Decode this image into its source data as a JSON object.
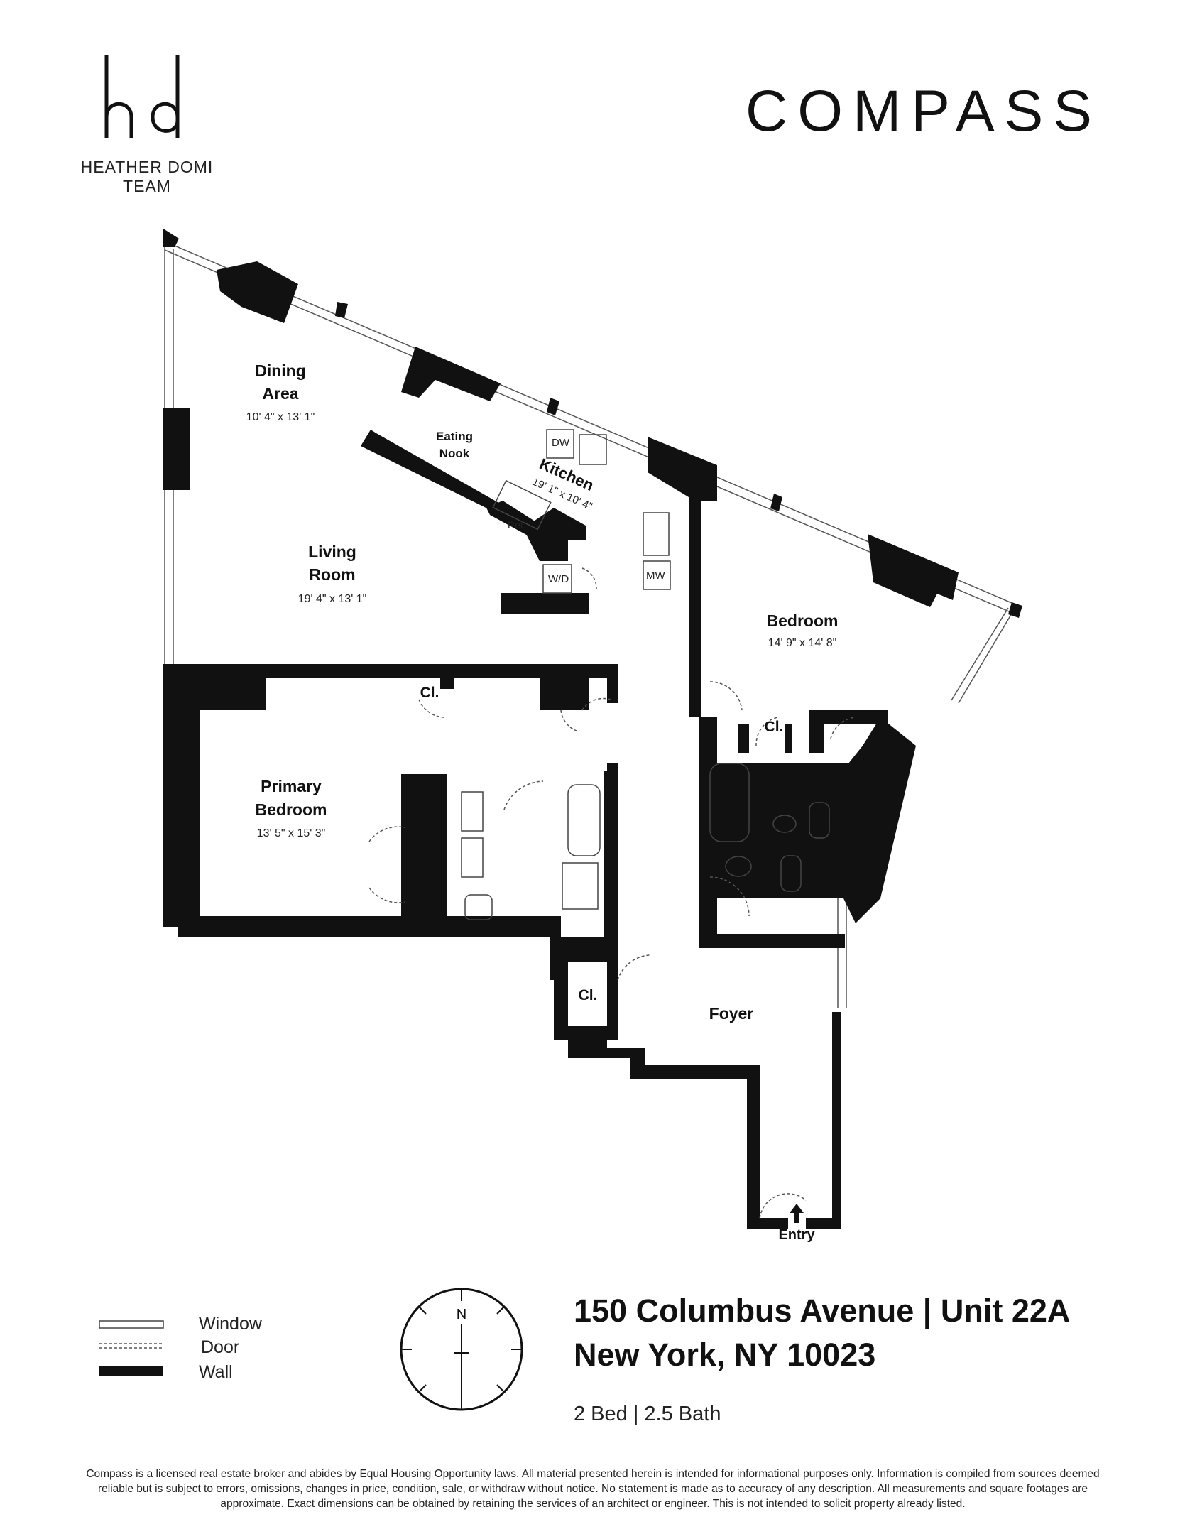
{
  "branding": {
    "team_monogram": "hd",
    "team_name_line1": "HEATHER DOMI",
    "team_name_line2": "TEAM",
    "brokerage": "COMPASS"
  },
  "rooms": {
    "dining_area": {
      "name_line1": "Dining",
      "name_line2": "Area",
      "dims": "10' 4\" x 13' 1\""
    },
    "eating_nook": {
      "name_line1": "Eating",
      "name_line2": "Nook"
    },
    "kitchen": {
      "name": "Kitchen",
      "dims": "19' 1\" x 10' 4\""
    },
    "living_room": {
      "name_line1": "Living",
      "name_line2": "Room",
      "dims": "19' 4\" x 13' 1\""
    },
    "bedroom": {
      "name": "Bedroom",
      "dims": "14' 9\" x 14' 8\""
    },
    "primary_bedroom": {
      "name_line1": "Primary",
      "name_line2": "Bedroom",
      "dims": "13' 5\" x 15' 3\""
    },
    "foyer": {
      "name": "Foyer"
    },
    "entry": "Entry",
    "closet": "Cl."
  },
  "fixtures": {
    "dishwasher": "DW",
    "refrigerator": "Ref.",
    "washer_dryer": "W/D",
    "microwave": "MW"
  },
  "legend": {
    "window": "Window",
    "door": "Door",
    "wall": "Wall"
  },
  "compass": {
    "north": "N"
  },
  "listing": {
    "address_line1": "150 Columbus Avenue | Unit 22A",
    "address_line2": "New York, NY 10023",
    "beds_baths": "2 Bed | 2.5 Bath"
  },
  "disclaimer": "Compass is a licensed real estate broker and abides by Equal Housing Opportunity laws. All material presented herein is intended for informational purposes only. Information is compiled from sources deemed reliable but is subject to errors, omissions, changes in price, condition, sale, or withdraw without notice. No statement is made as to accuracy of any description. All measurements and square footages are approximate. Exact dimensions can be obtained by retaining the services of an architect or engineer. This is not intended to solicit property already listed."
}
